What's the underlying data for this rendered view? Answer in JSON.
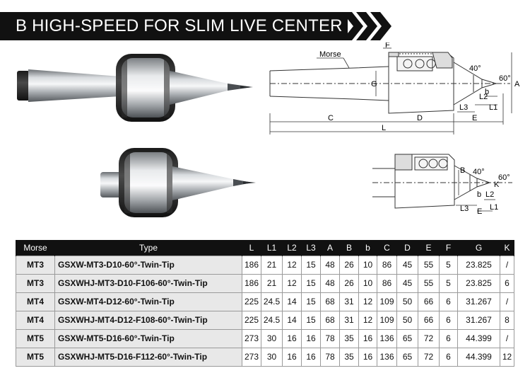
{
  "header": {
    "title": "B HIGH-SPEED FOR SLIM LIVE CENTER"
  },
  "colors": {
    "banner": "#111111",
    "table_header": "#111111",
    "label_column": "#e8e8e8",
    "dimension_line": "#c8324a"
  },
  "diagram_top": {
    "labels": {
      "morse": "Morse",
      "f": "F",
      "g": "G",
      "angle_40": "40°",
      "angle_60": "60°",
      "a": "A",
      "b": "b",
      "l2": "L2",
      "l3": "L3",
      "l1": "L1",
      "c": "C",
      "l": "L",
      "d": "D",
      "e": "E"
    }
  },
  "diagram_bottom": {
    "labels": {
      "b_upper": "B",
      "angle_40": "40°",
      "angle_60": "60°",
      "k": "K",
      "l2": "L2",
      "b": "b",
      "l3": "L3",
      "e": "E",
      "l1": "L1"
    }
  },
  "table": {
    "columns": [
      "Morse",
      "Type",
      "L",
      "L1",
      "L2",
      "L3",
      "A",
      "B",
      "b",
      "C",
      "D",
      "E",
      "F",
      "G",
      "K"
    ],
    "rows": [
      [
        "MT3",
        "GSXW-MT3-D10-60°-Twin-Tip",
        "186",
        "21",
        "12",
        "15",
        "48",
        "26",
        "10",
        "86",
        "45",
        "55",
        "5",
        "23.825",
        "/"
      ],
      [
        "MT3",
        "GSXWHJ-MT3-D10-F106-60°-Twin-Tip",
        "186",
        "21",
        "12",
        "15",
        "48",
        "26",
        "10",
        "86",
        "45",
        "55",
        "5",
        "23.825",
        "6"
      ],
      [
        "MT4",
        "GSXW-MT4-D12-60°-Twin-Tip",
        "225",
        "24.5",
        "14",
        "15",
        "68",
        "31",
        "12",
        "109",
        "50",
        "66",
        "6",
        "31.267",
        "/"
      ],
      [
        "MT4",
        "GSXWHJ-MT4-D12-F108-60°-Twin-Tip",
        "225",
        "24.5",
        "14",
        "15",
        "68",
        "31",
        "12",
        "109",
        "50",
        "66",
        "6",
        "31.267",
        "8"
      ],
      [
        "MT5",
        "GSXW-MT5-D16-60°-Twin-Tip",
        "273",
        "30",
        "16",
        "16",
        "78",
        "35",
        "16",
        "136",
        "65",
        "72",
        "6",
        "44.399",
        "/"
      ],
      [
        "MT5",
        "GSXWHJ-MT5-D16-F112-60°-Twin-Tip",
        "273",
        "30",
        "16",
        "16",
        "78",
        "35",
        "16",
        "136",
        "65",
        "72",
        "6",
        "44.399",
        "12"
      ]
    ]
  }
}
